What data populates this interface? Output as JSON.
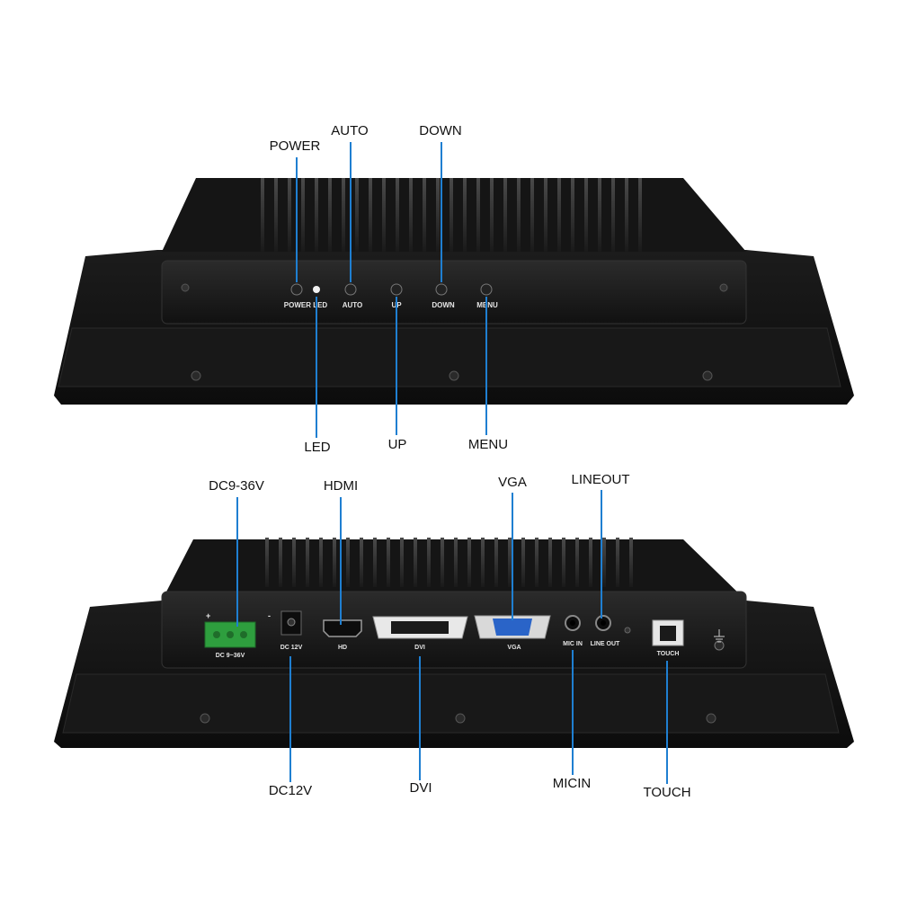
{
  "top_view": {
    "callouts": {
      "power": "POWER",
      "auto": "AUTO",
      "down": "DOWN",
      "led": "LED",
      "up": "UP",
      "menu": "MENU"
    },
    "panel_labels": {
      "power_led": "POWER LED",
      "auto": "AUTO",
      "up": "UP",
      "down": "DOWN",
      "menu": "MENU"
    }
  },
  "bottom_view": {
    "callouts": {
      "dc_9_36v": "DC9-36V",
      "hdmi": "HDMI",
      "vga": "VGA",
      "lineout": "LINEOUT",
      "dc12v": "DC12V",
      "dvi": "DVI",
      "micin": "MICIN",
      "touch": "TOUCH"
    },
    "panel_labels": {
      "plus": "+",
      "minus": "-",
      "dc_9_36v": "DC 9~36V",
      "dc_12v": "DC 12V",
      "hd": "HD",
      "dvi": "DVI",
      "vga": "VGA",
      "mic_in": "MIC IN",
      "line_out": "LINE OUT",
      "touch": "TOUCH"
    }
  },
  "colors": {
    "leader_line": "#1f7fd1",
    "terminal_block": "#2e9e3e",
    "vga_port": "#2a64c8",
    "chassis": "#141414"
  }
}
